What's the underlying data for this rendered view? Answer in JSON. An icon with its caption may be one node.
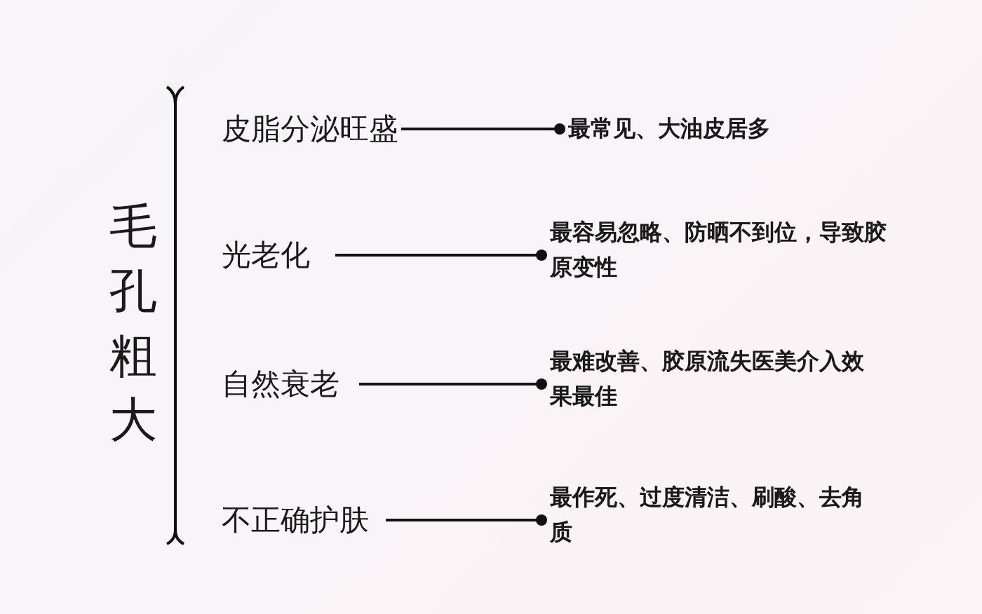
{
  "diagram": {
    "title": "毛孔粗大",
    "nodes": [
      {
        "text": [
          "皮脂分泌旺盛"
        ]
      },
      {
        "text": [
          "最常见、大油皮居多"
        ]
      },
      {
        "text": [
          "光老化"
        ]
      },
      {
        "text": [
          "最容易忽略、防晒不到位，导致胶原变性"
        ]
      },
      {
        "text": [
          "自然衰老"
        ]
      },
      {
        "text": [
          "最难改善、胶原流失医美介入效果最佳"
        ]
      },
      {
        "text": [
          "不正确护肤"
        ]
      },
      {
        "text": [
          "最作死、过度清洁、刷酸、去角质"
        ]
      }
    ],
    "edges": [
      {
        "from": 0,
        "to": 1,
        "arrow": "other"
      },
      {
        "from": 2,
        "to": 3,
        "arrow": "other"
      },
      {
        "from": 4,
        "to": 5,
        "arrow": "other"
      },
      {
        "from": 6,
        "to": 7,
        "arrow": "other"
      }
    ]
  }
}
